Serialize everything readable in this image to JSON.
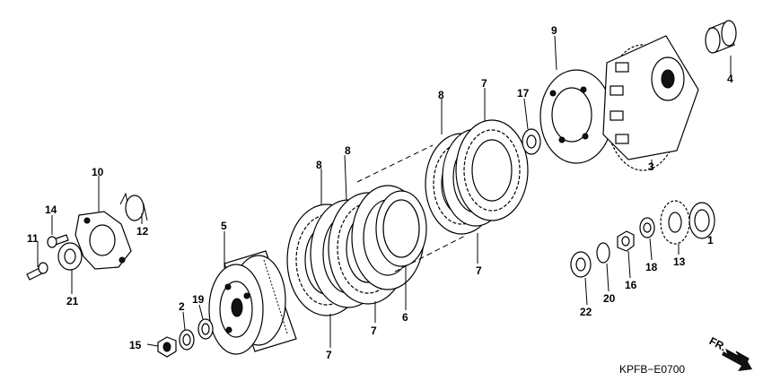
{
  "diagram": {
    "callouts": [
      {
        "id": "p1",
        "text": "1"
      },
      {
        "id": "p2",
        "text": "2"
      },
      {
        "id": "p3",
        "text": "3"
      },
      {
        "id": "p4",
        "text": "4"
      },
      {
        "id": "p5",
        "text": "5"
      },
      {
        "id": "p6",
        "text": "6"
      },
      {
        "id": "p7a",
        "text": "7"
      },
      {
        "id": "p7b",
        "text": "7"
      },
      {
        "id": "p7c",
        "text": "7"
      },
      {
        "id": "p7d",
        "text": "7"
      },
      {
        "id": "p8a",
        "text": "8"
      },
      {
        "id": "p8b",
        "text": "8"
      },
      {
        "id": "p8c",
        "text": "8"
      },
      {
        "id": "p9",
        "text": "9"
      },
      {
        "id": "p10",
        "text": "10"
      },
      {
        "id": "p11",
        "text": "11"
      },
      {
        "id": "p12",
        "text": "12"
      },
      {
        "id": "p13",
        "text": "13"
      },
      {
        "id": "p14",
        "text": "14"
      },
      {
        "id": "p15",
        "text": "15"
      },
      {
        "id": "p16",
        "text": "16"
      },
      {
        "id": "p17",
        "text": "17"
      },
      {
        "id": "p18",
        "text": "18"
      },
      {
        "id": "p19",
        "text": "19"
      },
      {
        "id": "p20",
        "text": "20"
      },
      {
        "id": "p21",
        "text": "21"
      },
      {
        "id": "p22",
        "text": "22"
      }
    ],
    "front_arrow_label": "FR.",
    "diagram_code": "KPFB−E0700"
  }
}
